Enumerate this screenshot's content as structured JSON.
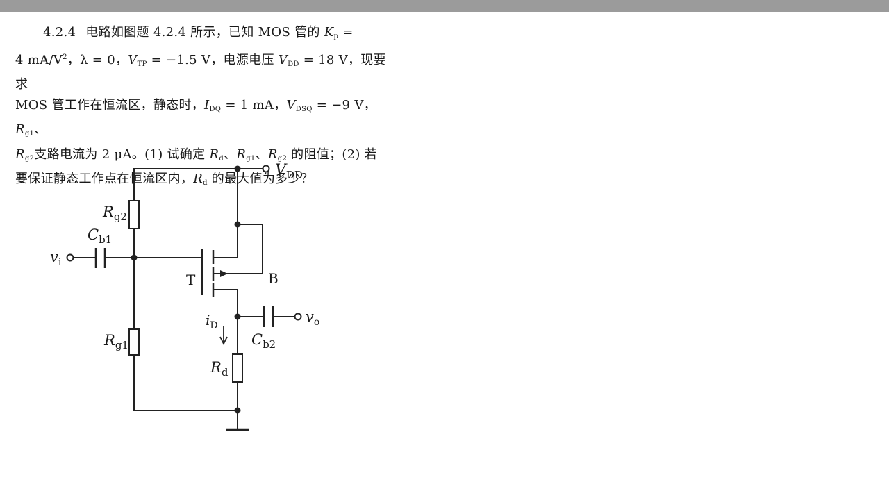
{
  "problem": {
    "number": "4.2.4",
    "line1": "电路如图题 4.2.4 所示，已知 MOS 管的 ",
    "line1_var": "K",
    "line1_sub": "p",
    "line1_end": " =",
    "line2_a": "4 mA/V",
    "line2_sup": "2",
    "line2_b": "，λ = 0，",
    "line2_var1": "V",
    "line2_sub1": "TP",
    "line2_c": " = −1.5 V，电源电压 ",
    "line2_var2": "V",
    "line2_sub2": "DD",
    "line2_d": " = 18 V，现要求",
    "line3_a": "MOS 管工作在恒流区，静态时，",
    "line3_var1": "I",
    "line3_sub1": "DQ",
    "line3_b": " = 1 mA，",
    "line3_var2": "V",
    "line3_sub2": "DSQ",
    "line3_c": " = −9 V，",
    "line3_var3": "R",
    "line3_sub3": "g1",
    "line3_d": "、",
    "line4_var1": "R",
    "line4_sub1": "g2",
    "line4_a": "支路电流为 2 μA。(1) 试确定 ",
    "line4_var2": "R",
    "line4_sub2": "d",
    "line4_b": "、",
    "line4_var3": "R",
    "line4_sub3": "g1",
    "line4_c": "、",
    "line4_var4": "R",
    "line4_sub4": "g2",
    "line4_d": " 的阻值；(2) 若",
    "line5_a": "要保证静态工作点在恒流区内，",
    "line5_var": "R",
    "line5_sub": "d",
    "line5_b": " 的最大值为多少？"
  },
  "circuit": {
    "vdd": {
      "main": "V",
      "sub": "DD"
    },
    "rg2": {
      "main": "R",
      "sub": "g2"
    },
    "rg1": {
      "main": "R",
      "sub": "g1"
    },
    "rd": {
      "main": "R",
      "sub": "d"
    },
    "cb1": {
      "main": "C",
      "sub": "b1"
    },
    "cb2": {
      "main": "C",
      "sub": "b2"
    },
    "vi": {
      "main": "v",
      "sub": "i"
    },
    "vo": {
      "main": "v",
      "sub": "o"
    },
    "id": {
      "main": "i",
      "sub": "D"
    },
    "transistor": "T",
    "body": "B"
  }
}
